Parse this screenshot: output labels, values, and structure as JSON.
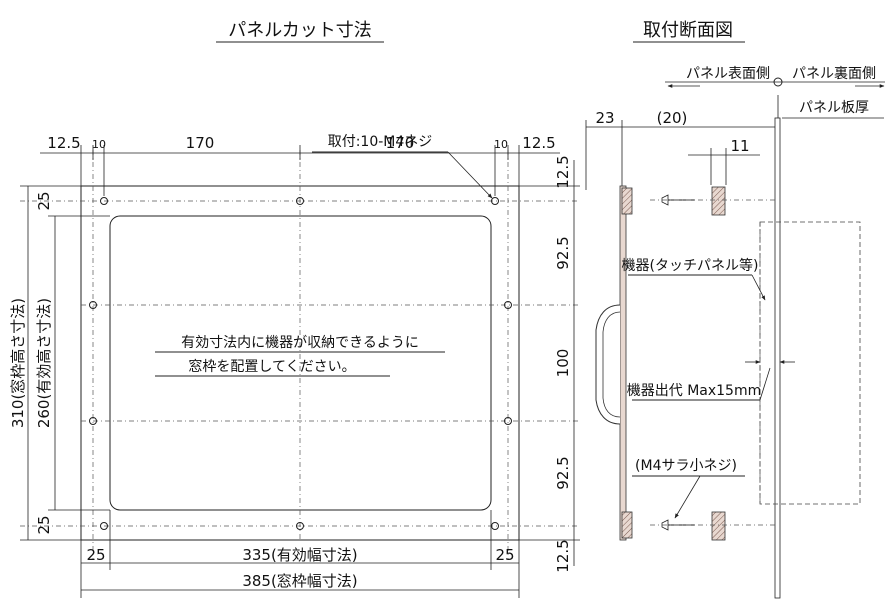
{
  "titles": {
    "panel_cut": "パネルカット寸法",
    "cross_section": "取付断面図"
  },
  "screw_label": "取付:10-M4ネジ",
  "top_dims": [
    "12.5",
    "10",
    "170",
    "170",
    "10",
    "12.5"
  ],
  "left_dims": [
    "25",
    "25"
  ],
  "vertical_labels": {
    "outer": "310(窓枠高さ寸法)",
    "inner": "260(有効高さ寸法)"
  },
  "right_dims": [
    "12.5",
    "92.5",
    "100",
    "92.5",
    "12.5"
  ],
  "bottom_dims": {
    "left": "25",
    "effective": "335(有効幅寸法)",
    "right": "25",
    "window": "385(窓枠幅寸法)"
  },
  "center_note": [
    "有効寸法内に機器が収納できるように",
    "窓枠を配置してください。"
  ],
  "section": {
    "front_side": "パネル表面側",
    "back_side": "パネル裏面側",
    "thickness": "パネル板厚",
    "dim_23": "23",
    "dim_20": "(20)",
    "dim_11": "11",
    "device": "機器(タッチパネル等)",
    "protrusion": "機器出代 Max15mm",
    "screw": "(M4サラ小ネジ)"
  }
}
